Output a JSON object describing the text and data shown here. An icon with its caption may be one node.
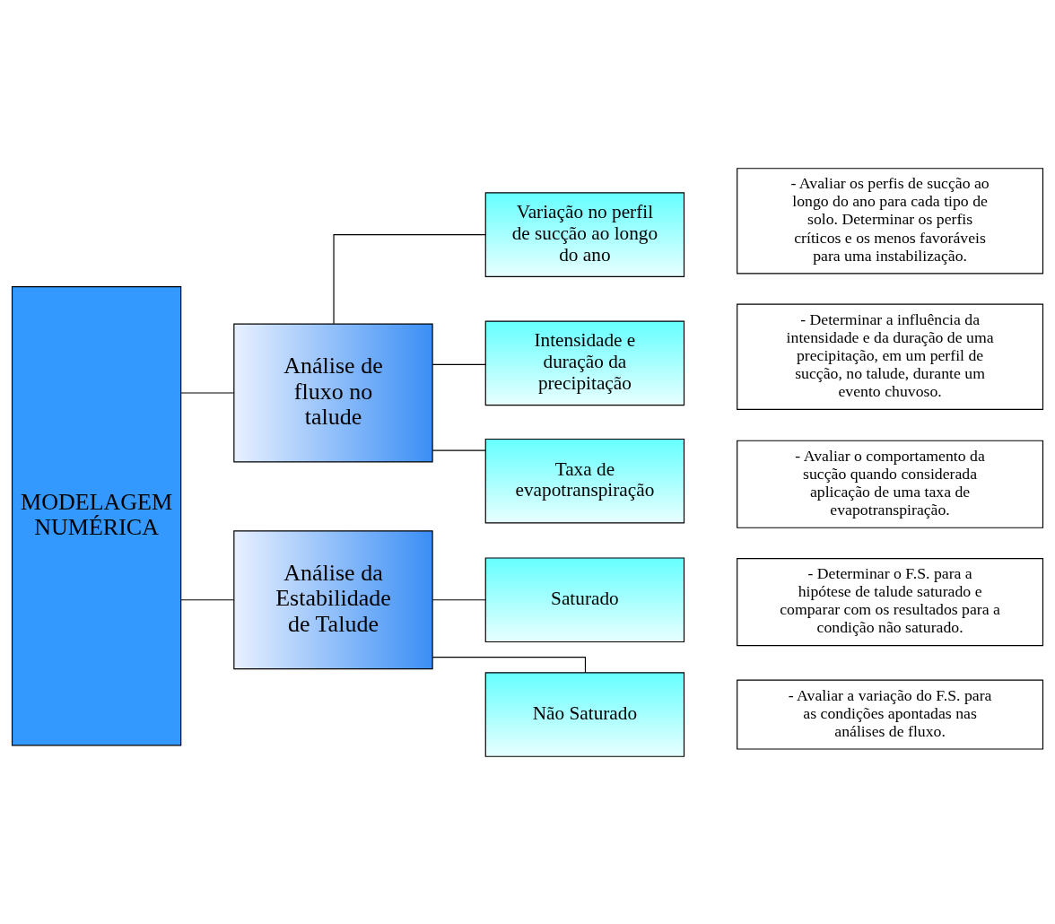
{
  "diagram": {
    "nodes": [
      {
        "text": [
          "MODELAGEM NUMÉRICA"
        ]
      },
      {
        "text": [
          "Análise de fluxo no talude"
        ]
      },
      {
        "text": [
          "Análise da Estabilidade de Talude"
        ]
      },
      {
        "text": [
          "Variação no perfil de sucção ao longo do ano"
        ]
      },
      {
        "text": [
          "Intensidade e duração da precipitação"
        ]
      },
      {
        "text": [
          "Taxa de evapotranspiração"
        ]
      },
      {
        "text": [
          "Saturado"
        ]
      },
      {
        "text": [
          "Não Saturado"
        ]
      },
      {
        "text": [
          "- Avaliar os perfis de sucção ao longo do ano para cada tipo de solo. Determinar os perfis críticos e os menos favoráveis para uma instabilização."
        ]
      },
      {
        "text": [
          "- Determinar a influência da intensidade e da duração de uma precipitação, em um perfil de sucção, no talude, durante um evento chuvoso."
        ]
      },
      {
        "text": [
          "- Avaliar o comportamento da sucção quando considerada aplicação de uma taxa de evapotranspiração."
        ]
      },
      {
        "text": [
          "- Determinar o F.S. para a hipótese de talude saturado e comparar com os resultados para a condição não saturado."
        ]
      },
      {
        "text": [
          "- Avaliar a variação do F.S. para as condições apontadas nas análises de fluxo."
        ]
      }
    ],
    "edges": [
      {
        "from": 0,
        "to": 1,
        "arrow": "none"
      },
      {
        "from": 0,
        "to": 2,
        "arrow": "none"
      },
      {
        "from": 1,
        "to": 3,
        "arrow": "none"
      },
      {
        "from": 1,
        "to": 4,
        "arrow": "none"
      },
      {
        "from": 1,
        "to": 5,
        "arrow": "none"
      },
      {
        "from": 2,
        "to": 6,
        "arrow": "none"
      },
      {
        "from": 2,
        "to": 7,
        "arrow": "none"
      }
    ]
  }
}
